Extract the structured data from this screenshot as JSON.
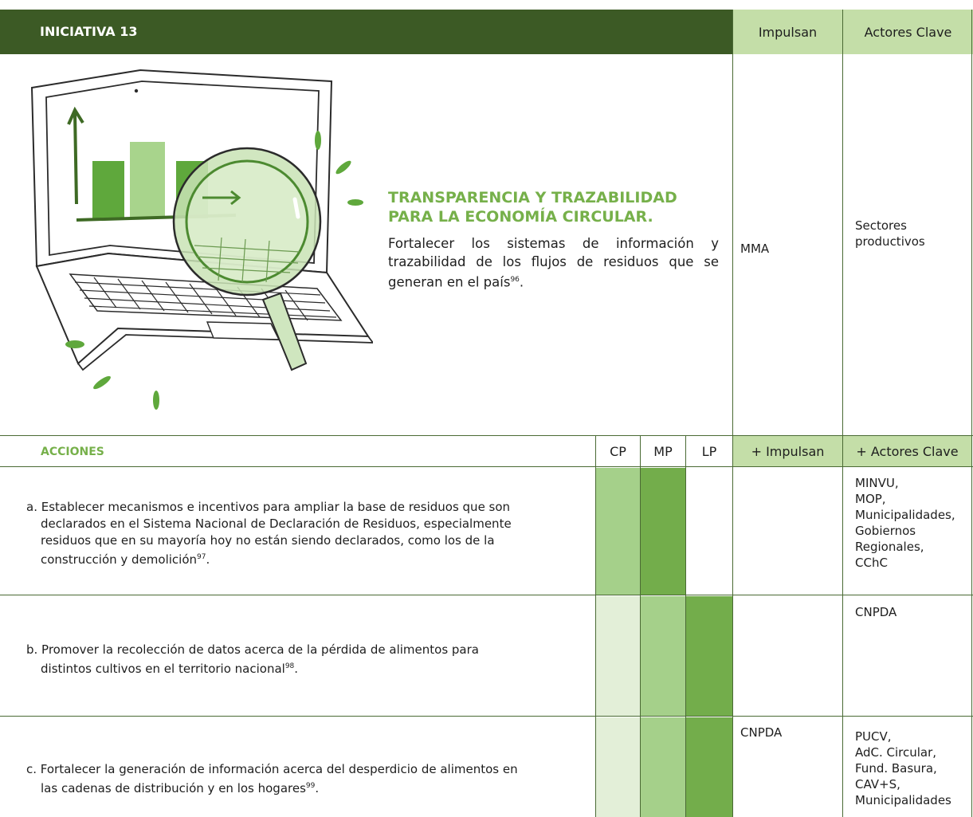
{
  "header": {
    "initiative": "INICIATIVA 13",
    "impulsan": "Impulsan",
    "actores": "Actores Clave"
  },
  "initiative": {
    "title_line1": "TRANSPARENCIA Y TRAZABILIDAD",
    "title_line2": "PARA LA ECONOMÍA CIRCULAR.",
    "description": "Fortalecer los sistemas de información y trazabilidad de los flujos de residuos que se generan en el país",
    "footnote": "96",
    "impulsan": "MMA",
    "actores": [
      "Sectores",
      "productivos"
    ]
  },
  "actions_header": {
    "acciones": "ACCIONES",
    "cp": "CP",
    "mp": "MP",
    "lp": "LP",
    "impulsan": "+ Impulsan",
    "actores": "+ Actores Clave"
  },
  "actions": [
    {
      "lines": [
        "a.  Establecer mecanismos e incentivos para ampliar la base de residuos que son",
        "declarados en el Sistema Nacional de Declaración de Residuos, especialmente",
        "residuos que en su mayoría hoy no están siendo declarados, como los de la",
        "construcción y demolición"
      ],
      "footnote": "97",
      "impulsan": "",
      "actores": [
        "MINVU,",
        "MOP,",
        "Municipalidades,",
        "Gobiernos",
        "Regionales,",
        "CChC"
      ],
      "fills": [
        "mid",
        "dark",
        "none"
      ]
    },
    {
      "lines": [
        "b.  Promover la recolección de datos acerca de la pérdida de alimentos para",
        "distintos cultivos en el territorio nacional"
      ],
      "footnote": "98",
      "impulsan": "",
      "actores": [
        "CNPDA"
      ],
      "fills": [
        "light",
        "mid",
        "dark"
      ]
    },
    {
      "lines": [
        "c.  Fortalecer la generación de información acerca del desperdicio de alimentos en",
        "las cadenas de distribución y en los hogares"
      ],
      "footnote": "99",
      "impulsan": "CNPDA",
      "actores": [
        "PUCV,",
        "AdC. Circular,",
        "Fund. Basura,",
        "CAV+S,",
        "Municipalidades"
      ],
      "fills": [
        "light",
        "mid",
        "dark"
      ]
    }
  ],
  "colors": {
    "banner": "#3c5a25",
    "accent_green": "#76b04a",
    "header_green": "#c4dea8",
    "fill_light": "#e3efd8",
    "fill_mid": "#a5d08a",
    "fill_dark": "#73ad4b"
  },
  "illustration": {
    "icons": [
      "laptop-icon",
      "bar-chart-icon",
      "magnifier-icon"
    ]
  }
}
